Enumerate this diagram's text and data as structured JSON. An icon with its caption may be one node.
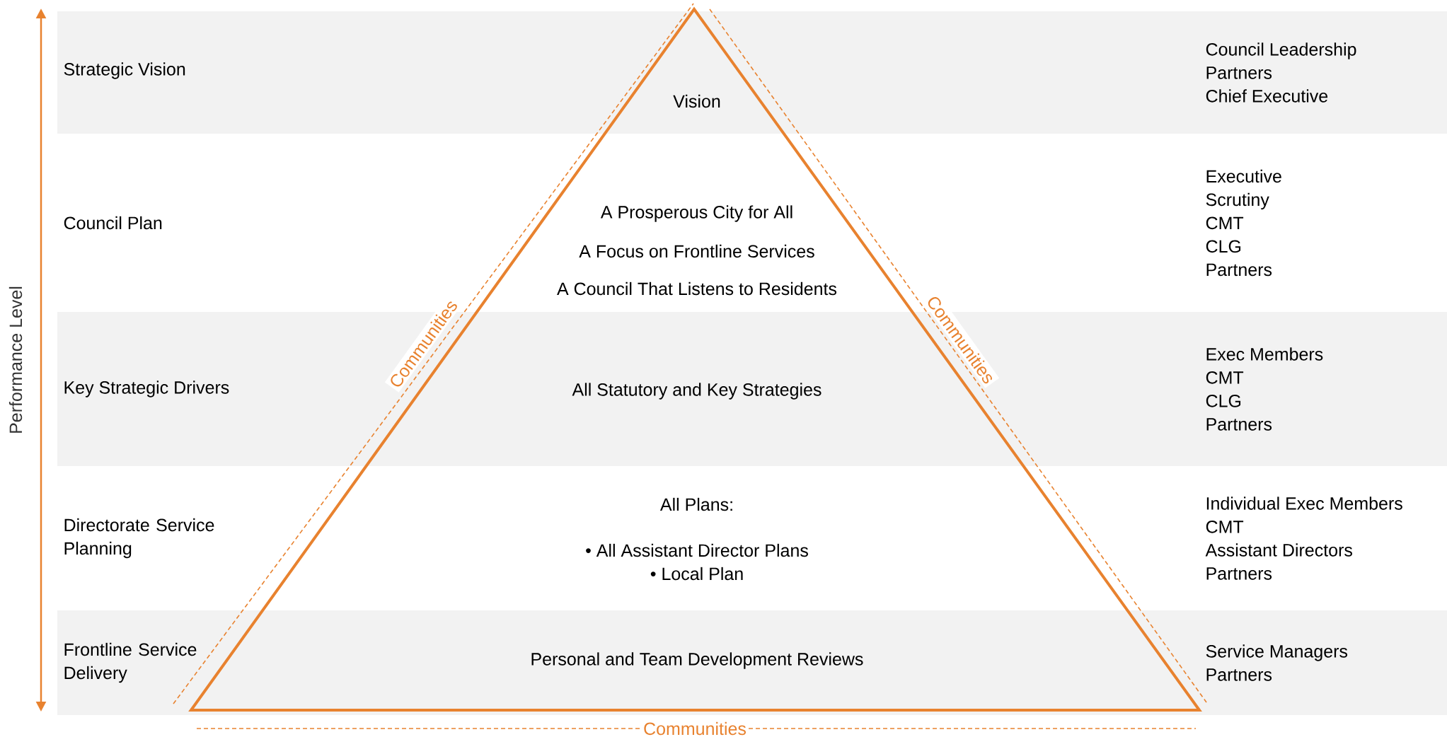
{
  "diagram": {
    "nodes": [
      {
        "text": [
          "Strategic Vision",
          "Vision",
          "Council Leadership",
          "Partners",
          "Chief Executive"
        ]
      },
      {
        "text": [
          "Council Plan",
          "A Prosperous City for All",
          "A Focus on Frontline Services",
          "A Council That Listens to Residents",
          "Executive",
          "Scrutiny",
          "CMT",
          "CLG",
          "Partners"
        ]
      },
      {
        "text": [
          "Key Strategic Drivers",
          "All Statutory and Key Strategies",
          "Exec Members",
          "CMT",
          "CLG",
          "Partners"
        ]
      },
      {
        "text": [
          "Directorate Service Planning",
          "All Plans:",
          "• All Assistant Director Plans",
          "• Local Plan",
          "Individual Exec Members",
          "CMT",
          "Assistant Directors",
          "Partners"
        ]
      },
      {
        "text": [
          "Frontline Service Delivery",
          "Personal and Team Development Reviews",
          "Service Managers",
          "Partners"
        ]
      }
    ],
    "labels": [
      "Performance Level",
      "Communities",
      "Communities",
      "Communities"
    ]
  }
}
